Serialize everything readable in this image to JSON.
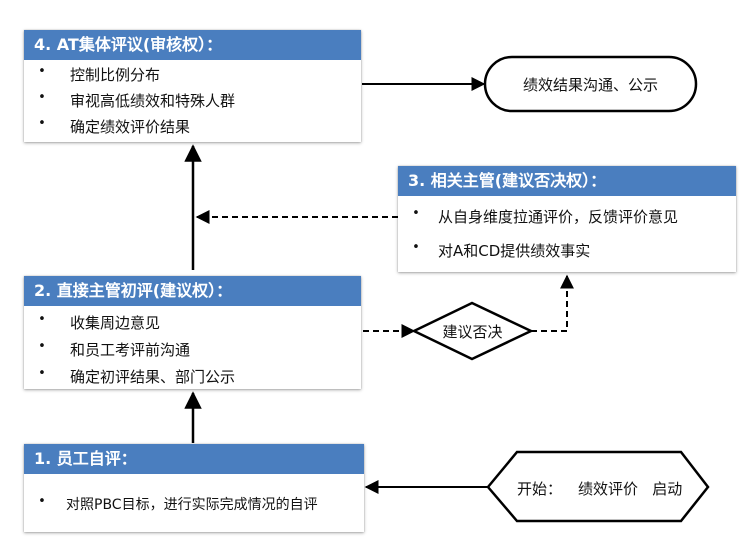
{
  "box4": {
    "title": "4. AT集体评议(审核权）：",
    "items": [
      "控制比例分布",
      "审视高低绩效和特殊人群",
      "确定绩效评价结果"
    ]
  },
  "box3": {
    "title": "3. 相关主管(建议否决权）：",
    "items": [
      "从自身维度拉通评价，反馈评价意见",
      "对A和CD提供绩效事实"
    ]
  },
  "box2": {
    "title": "2. 直接主管初评(建议权）：",
    "items": [
      "收集周边意见",
      "和员工考评前沟通",
      "确定初评结果、部门公示"
    ]
  },
  "box1": {
    "title": "1. 员工自评：",
    "items": [
      "对照PBC目标，进行实际完成情况的自评"
    ]
  },
  "terminal": {
    "label": "绩效结果沟通、公示"
  },
  "decision": {
    "label": "建议否决"
  },
  "start": {
    "prefix": "开始：",
    "label": "绩效评价   启动"
  },
  "bullet_char": "•",
  "colors": {
    "header_bg": "#4a7ebf",
    "header_text": "#ffffff",
    "line": "#000000"
  }
}
